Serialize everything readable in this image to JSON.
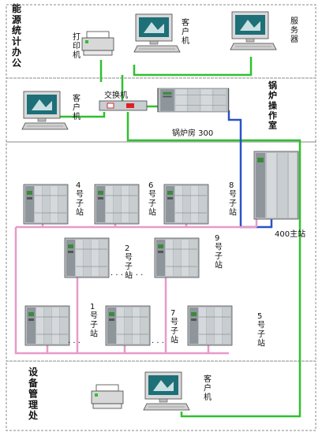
{
  "sections": {
    "energy_office": "能源统计办公",
    "boiler_room_ops": "锅炉操作室",
    "equipment_mgmt": "设备管理处"
  },
  "devices": {
    "printer_top": "打印机",
    "client_top": "客户机",
    "server": "服务器",
    "client_mid": "客户机",
    "switch": "交换机",
    "boiler_room_300": "锅炉房 300",
    "main_station_400": "400主站",
    "printer_bottom": "",
    "client_bottom": "客户机"
  },
  "substations": {
    "s4": "4号子站",
    "s6": "6号子站",
    "s8": "8号子站",
    "s2": "2号子站",
    "s9": "9号子站",
    "s1": "1号子站",
    "s7": "7号子站",
    "s5": "5号子站"
  },
  "colors": {
    "green_network": "#2fc02f",
    "blue_network": "#2a52c8",
    "pink_network": "#e79ac9",
    "dashed_border": "#888888"
  },
  "icons": {
    "printer": "printer-icon",
    "computer": "computer-icon",
    "plc": "plc-rack-icon",
    "switch": "switch-icon"
  }
}
